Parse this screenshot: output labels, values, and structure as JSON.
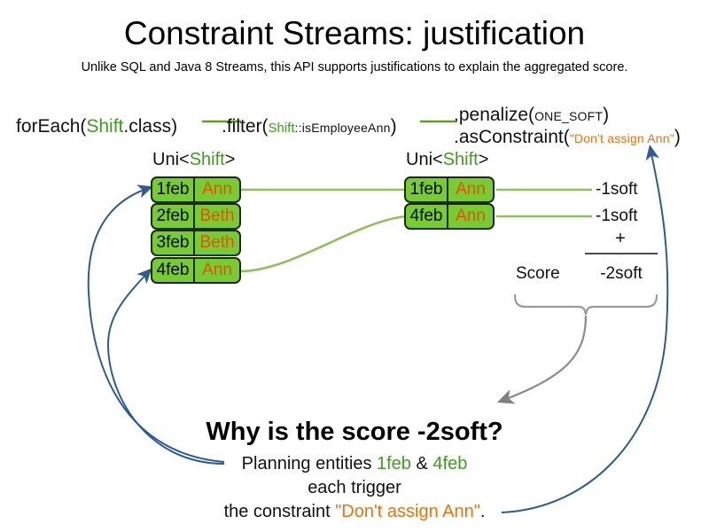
{
  "slide": {
    "title": "Constraint Streams: justification",
    "subtitle": "Unlike SQL and Java 8 Streams, this API supports justifications to explain the aggregated score."
  },
  "code": {
    "foreach": {
      "prefix": "forEach(",
      "type": "Shift",
      "suffix": ".class)"
    },
    "filter": {
      "prefix": ".filter(",
      "type": "Shift",
      "method": "::isEmployeeAnn",
      "suffix": ")"
    },
    "penalize": {
      "prefix": ".penalize(",
      "arg": "ONE_SOFT",
      "suffix": ")"
    },
    "as_constraint": {
      "prefix": ".asConstraint(",
      "arg": "\"Don't assign Ann\"",
      "suffix": ")"
    }
  },
  "streams": {
    "left": {
      "label_prefix": "Uni<",
      "label_type": "Shift",
      "label_suffix": ">",
      "cards": [
        {
          "date": "1feb",
          "name": "Ann"
        },
        {
          "date": "2feb",
          "name": "Beth"
        },
        {
          "date": "3feb",
          "name": "Beth"
        },
        {
          "date": "4feb",
          "name": "Ann"
        }
      ]
    },
    "right": {
      "label_prefix": "Uni<",
      "label_type": "Shift",
      "label_suffix": ">",
      "cards": [
        {
          "date": "1feb",
          "name": "Ann"
        },
        {
          "date": "4feb",
          "name": "Ann"
        }
      ]
    }
  },
  "score": {
    "penalties": [
      "-1soft",
      "-1soft"
    ],
    "operator": "+",
    "label": "Score",
    "total": "-2soft"
  },
  "explanation": {
    "heading": "Why is the score -2soft?",
    "line1_prefix": "Planning entities ",
    "line1_entity_a": "1feb",
    "line1_amp": " & ",
    "line1_entity_b": "4feb",
    "line2": "each trigger",
    "line3_prefix": "the constraint ",
    "line3_constraint": "\"Don't assign Ann\"",
    "line3_suffix": "."
  },
  "colors": {
    "card_fill": "#77cc33",
    "card_border": "#1d2a10",
    "name_text": "#e8500a",
    "type_green": "#3f9c20",
    "string_orange": "#e8730d",
    "connector_green": "#8fbf5e",
    "arrow_blue": "#2e5b94",
    "arrow_gray": "#808080"
  }
}
